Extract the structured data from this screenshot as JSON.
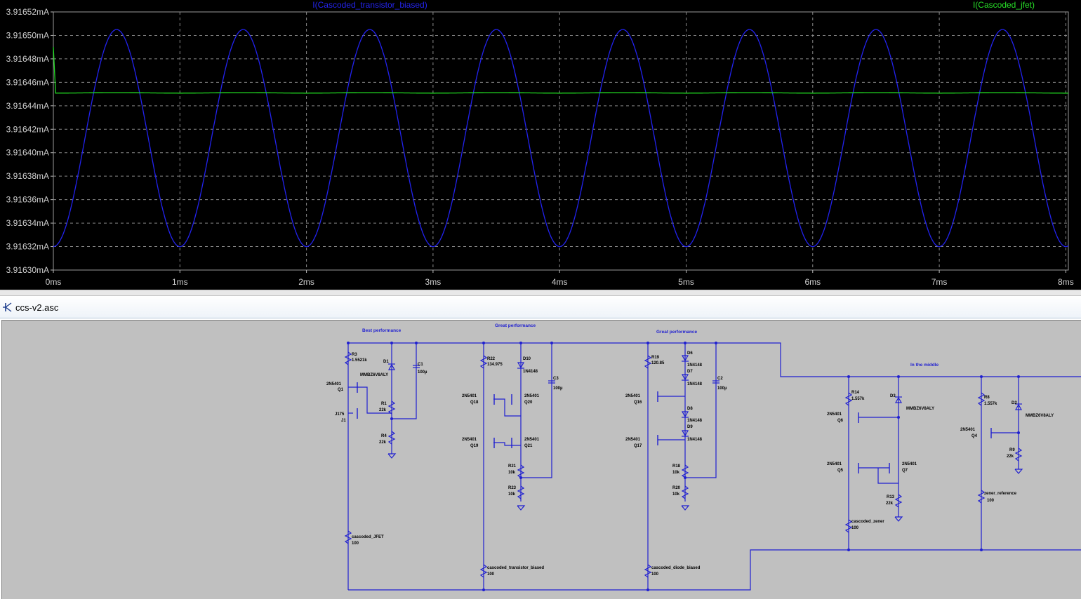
{
  "plot": {
    "trace1_label": "I(Cascoded_transistor_biased)",
    "trace2_label": "I(Cascoded_jfet)",
    "colors": {
      "background": "#000000",
      "grid": "#8a8a8a",
      "axis_text": "#d0d0d0",
      "trace1": "#2222ee",
      "trace2": "#22dd22"
    }
  },
  "chart_data": {
    "type": "line",
    "x_ticks": [
      "0ms",
      "1ms",
      "2ms",
      "3ms",
      "4ms",
      "5ms",
      "6ms",
      "7ms",
      "8ms"
    ],
    "y_ticks": [
      "3.91630mA",
      "3.91632mA",
      "3.91634mA",
      "3.91636mA",
      "3.91638mA",
      "3.91640mA",
      "3.91642mA",
      "3.91644mA",
      "3.91646mA",
      "3.91648mA",
      "3.91650mA",
      "3.91652mA"
    ],
    "xlim_ms": [
      0,
      8.02
    ],
    "ylim_mA": [
      3.9163,
      3.91652
    ],
    "grid": true,
    "series": [
      {
        "name": "I(Cascoded_transistor_biased)",
        "description": "sinusoid period 1ms, peaks at 0.5+n ms",
        "min_mA": 3.91632,
        "max_mA": 3.916505,
        "period_ms": 1.0,
        "first_peak_ms": 0.5
      },
      {
        "name": "I(Cascoded_jfet)",
        "description": "nearly flat with tiny ripple",
        "mean_mA": 3.916451,
        "ripple_mA": 2e-07,
        "period_ms": 1.0,
        "start_mA": 3.91649
      }
    ]
  },
  "schematic": {
    "window_title": "ccs-v2.asc",
    "section_labels": [
      "Best performance",
      "Great performance",
      "Great performance",
      "In the middle"
    ],
    "components": [
      {
        "ref": "R3",
        "value": "1.5521k"
      },
      {
        "ref": "D1",
        "value": "MMBZ6V8ALY"
      },
      {
        "ref": "C1",
        "value": "100µ"
      },
      {
        "ref": "Q1",
        "value": "2N5401"
      },
      {
        "ref": "J1",
        "value": "J175"
      },
      {
        "ref": "R1",
        "value": "22k"
      },
      {
        "ref": "R4",
        "value": "22k"
      },
      {
        "ref": "R22",
        "value": "134.975"
      },
      {
        "ref": "D10",
        "value": "1N4148"
      },
      {
        "ref": "C3",
        "value": "100µ"
      },
      {
        "ref": "Q18",
        "value": "2N5401"
      },
      {
        "ref": "Q20",
        "value": "2N5401"
      },
      {
        "ref": "Q19",
        "value": "2N5401"
      },
      {
        "ref": "Q21",
        "value": "2N5401"
      },
      {
        "ref": "R21",
        "value": "10k"
      },
      {
        "ref": "R23",
        "value": "10k"
      },
      {
        "ref": "R19",
        "value": "120.85"
      },
      {
        "ref": "D6",
        "value": "1N4148"
      },
      {
        "ref": "D7",
        "value": "1N4148"
      },
      {
        "ref": "C2",
        "value": "100µ"
      },
      {
        "ref": "Q16",
        "value": "2N5401"
      },
      {
        "ref": "Q17",
        "value": "2N5401"
      },
      {
        "ref": "D8",
        "value": "1N4148"
      },
      {
        "ref": "D9",
        "value": "1N4148"
      },
      {
        "ref": "R18",
        "value": "10k"
      },
      {
        "ref": "R20",
        "value": "10k"
      },
      {
        "ref": "R14",
        "value": "1.557k"
      },
      {
        "ref": "D3",
        "value": "MMBZ6V8ALY"
      },
      {
        "ref": "Q6",
        "value": "2N5401"
      },
      {
        "ref": "Q5",
        "value": "2N5401"
      },
      {
        "ref": "Q7",
        "value": "2N5401"
      },
      {
        "ref": "R13",
        "value": "22k"
      },
      {
        "ref": "R8",
        "value": "1.557k"
      },
      {
        "ref": "D2",
        "value": "MMBZ6V8ALY"
      },
      {
        "ref": "Q4",
        "value": "2N5401"
      },
      {
        "ref": "R9",
        "value": "22k"
      },
      {
        "ref": "cascoded_JFET",
        "value": "100"
      },
      {
        "ref": "cascoded_transistor_biased",
        "value": "100"
      },
      {
        "ref": "cascoded_diode_biased",
        "value": "100"
      },
      {
        "ref": "cascoded_zener",
        "value": "100"
      },
      {
        "ref": "zener_reference",
        "value": "100"
      }
    ],
    "colors": {
      "background": "#c0c0c0",
      "wire": "#1f1fd0",
      "text": "#000000",
      "label": "#1f1fd0"
    }
  }
}
